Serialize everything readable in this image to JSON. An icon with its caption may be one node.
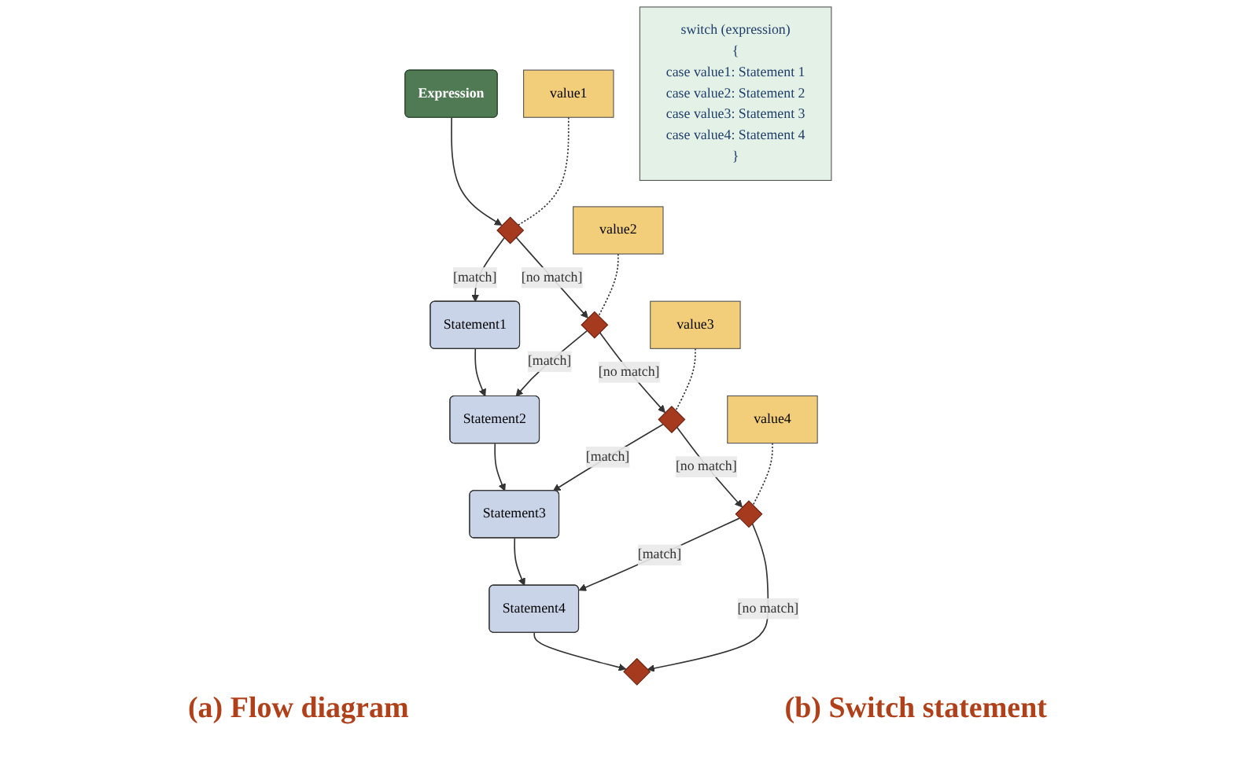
{
  "diagram": {
    "nodes": [
      {
        "text": [
          "Expression"
        ]
      },
      {
        "text": [
          "value1"
        ]
      },
      {
        "text": [],
        "shape": "diamond"
      },
      {
        "text": [
          "Statement1"
        ]
      },
      {
        "text": [
          "value2"
        ]
      },
      {
        "text": [],
        "shape": "diamond"
      },
      {
        "text": [
          "Statement2"
        ]
      },
      {
        "text": [
          "value3"
        ]
      },
      {
        "text": [],
        "shape": "diamond"
      },
      {
        "text": [
          "Statement3"
        ]
      },
      {
        "text": [
          "value4"
        ]
      },
      {
        "text": [],
        "shape": "diamond"
      },
      {
        "text": [
          "Statement4"
        ]
      },
      {
        "text": [],
        "shape": "diamond"
      },
      {
        "text": [
          "switch (expression)",
          "{",
          "case value1: Statement 1",
          "case value2: Statement 2",
          "case value3: Statement 3",
          "case value4: Statement 4",
          "}"
        ]
      }
    ],
    "edges": [
      {
        "from": 0,
        "to": 2,
        "arrow": "to"
      },
      {
        "from": 1,
        "to": 2,
        "arrow": "none",
        "style": "dashed"
      },
      {
        "from": 2,
        "to": 3,
        "arrow": "to",
        "label": "[match]"
      },
      {
        "from": 2,
        "to": 5,
        "arrow": "to",
        "label": "[no match]"
      },
      {
        "from": 3,
        "to": 6,
        "arrow": "to"
      },
      {
        "from": 4,
        "to": 5,
        "arrow": "none",
        "style": "dashed"
      },
      {
        "from": 5,
        "to": 6,
        "arrow": "to",
        "label": "[match]"
      },
      {
        "from": 5,
        "to": 8,
        "arrow": "to",
        "label": "[no match]"
      },
      {
        "from": 6,
        "to": 9,
        "arrow": "to"
      },
      {
        "from": 7,
        "to": 8,
        "arrow": "none",
        "style": "dashed"
      },
      {
        "from": 8,
        "to": 9,
        "arrow": "to",
        "label": "[match]"
      },
      {
        "from": 8,
        "to": 11,
        "arrow": "to",
        "label": "[no match]"
      },
      {
        "from": 9,
        "to": 12,
        "arrow": "to"
      },
      {
        "from": 10,
        "to": 11,
        "arrow": "none",
        "style": "dashed"
      },
      {
        "from": 11,
        "to": 12,
        "arrow": "to",
        "label": "[match]"
      },
      {
        "from": 11,
        "to": 13,
        "arrow": "to",
        "label": "[no match]"
      },
      {
        "from": 12,
        "to": 13,
        "arrow": "to"
      }
    ],
    "labels": [
      "(a) Flow diagram",
      "(b) Switch statement"
    ]
  }
}
